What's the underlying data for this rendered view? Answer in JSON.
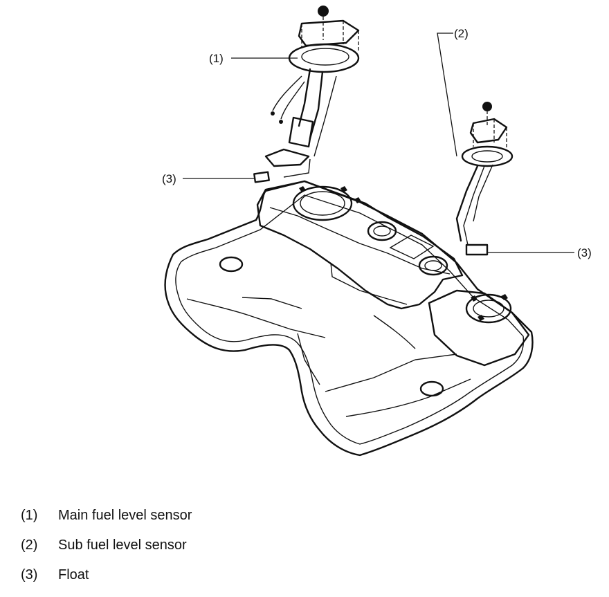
{
  "callouts": [
    {
      "id": "c1",
      "label": "(1)"
    },
    {
      "id": "c2",
      "label": "(2)"
    },
    {
      "id": "c3a",
      "label": "(3)"
    },
    {
      "id": "c3b",
      "label": "(3)"
    }
  ],
  "legend": [
    {
      "num": "(1)",
      "text": "Main fuel level sensor"
    },
    {
      "num": "(2)",
      "text": "Sub fuel level sensor"
    },
    {
      "num": "(3)",
      "text": "Float"
    }
  ]
}
